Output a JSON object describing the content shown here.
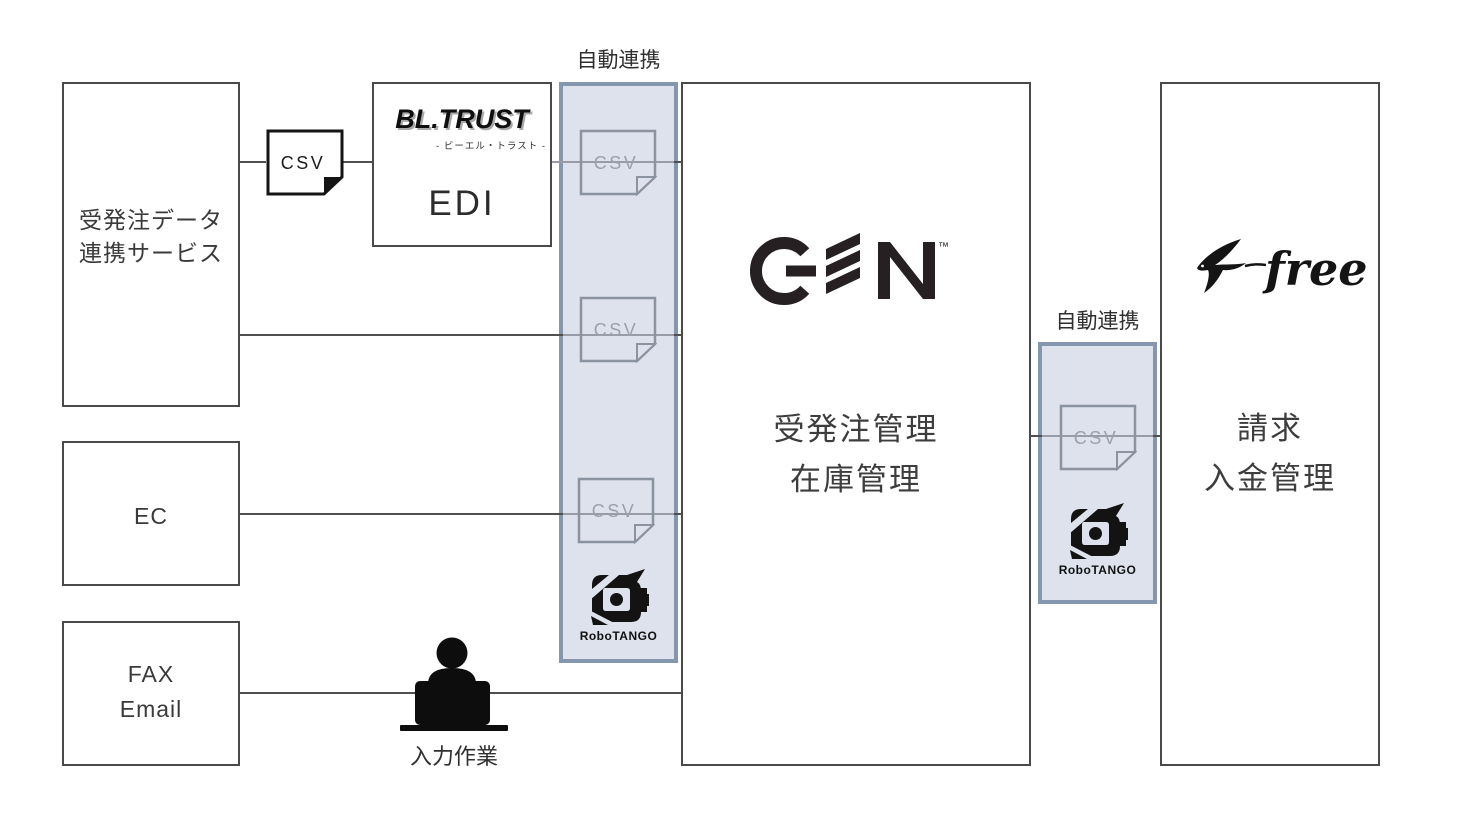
{
  "colors": {
    "panel_fill": "#dde2ec",
    "panel_border": "#8597ae",
    "line_dark": "#4f4f4f",
    "line_gray": "#979ca6",
    "box_border": "#4a4a4a",
    "logo_ink": "#262022"
  },
  "panels": {
    "auto1": {
      "label": "自動連携"
    },
    "auto2": {
      "label": "自動連携"
    }
  },
  "boxes": {
    "order_service": {
      "line1": "受発注データ",
      "line2": "連携サービス"
    },
    "ec": {
      "label": "EC"
    },
    "fax": {
      "line1": "FAX",
      "line2": "Email"
    },
    "bltrust": {
      "brand": "BL.TRUST",
      "brand_sub": "- ビーエル・トラスト -",
      "label": "EDI"
    },
    "gen": {
      "brand": "GEN",
      "brand_tm": "™",
      "line1": "受発注管理",
      "line2": "在庫管理"
    },
    "freee": {
      "brand": "freee",
      "line1": "請求",
      "line2": "入金管理"
    }
  },
  "icons": {
    "csv": {
      "label": "CSV"
    },
    "robotango": {
      "label": "RoboTANGO"
    },
    "person": {
      "label": "入力作業"
    }
  }
}
